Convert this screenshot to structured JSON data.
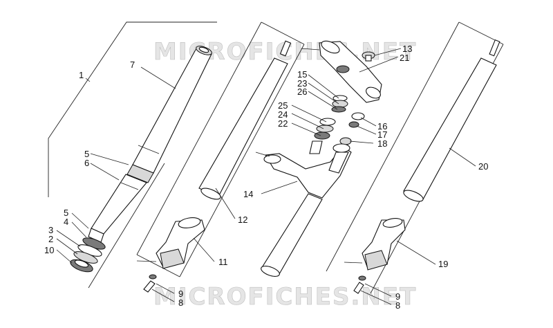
{
  "watermark": {
    "top": "MICROFICHES.NET",
    "bottom": "MICROFICHES.NET"
  },
  "callouts": {
    "c1": "1",
    "c7": "7",
    "c5a": "5",
    "c6": "6",
    "c5b": "5",
    "c4": "4",
    "c3": "3",
    "c2": "2",
    "c10": "10",
    "c12": "12",
    "c11": "11",
    "c9a": "9",
    "c8a": "8",
    "c13": "13",
    "c21": "21",
    "c15": "15",
    "c23": "23",
    "c26": "26",
    "c25": "25",
    "c24": "24",
    "c22": "22",
    "c16": "16",
    "c17": "17",
    "c18": "18",
    "c14": "14",
    "c20": "20",
    "c19": "19",
    "c9b": "9",
    "c8b": "8"
  }
}
